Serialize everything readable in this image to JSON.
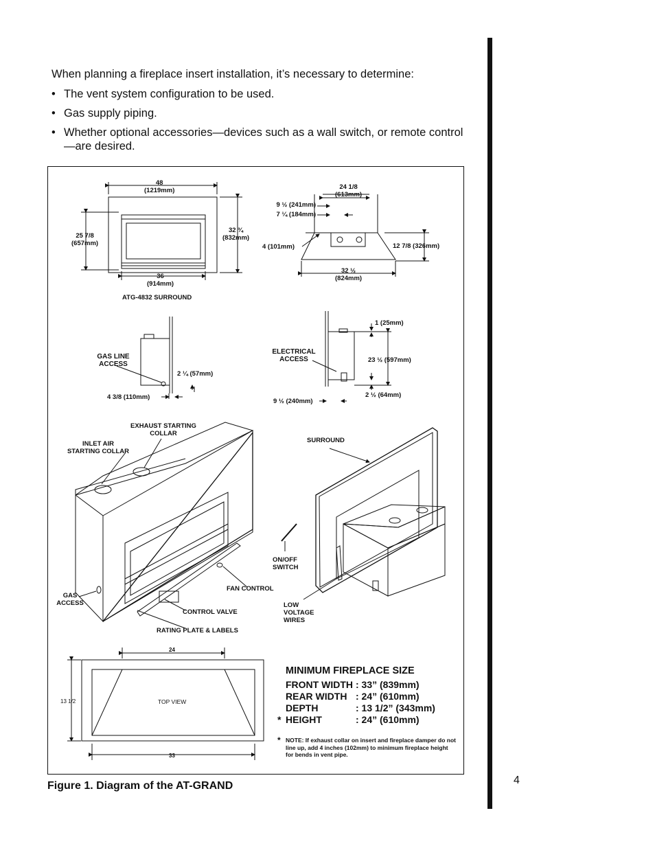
{
  "intro": {
    "lead": "When planning a fireplace insert installation, it’s necessary to determine:",
    "bullets": [
      "The vent system configuration to be used.",
      "Gas supply piping.",
      "Whether optional accessories—devices such as a wall switch, or remote control—are desired."
    ]
  },
  "figure": {
    "caption": "Figure 1.   Diagram of the AT-GRAND",
    "front_view": {
      "width_top": "48",
      "width_top_mm": "(1219mm)",
      "height_left": "25 7/8",
      "height_left_mm": "(657mm)",
      "height_right": "32 ¾",
      "height_right_mm": "(832mm)",
      "width_bottom": "36",
      "width_bottom_mm": "(914mm)",
      "title": "ATG-4832 SURROUND"
    },
    "top_plan": {
      "width_top": "24 1/8",
      "width_top_mm": "(613mm)",
      "dim_a": "9 ½ (241mm)",
      "dim_b": "7 ¼ (184mm)",
      "dim_c": "4 (101mm)",
      "depth": "12 7/8 (326mm)",
      "width_bottom": "32 ½",
      "width_bottom_mm": "(824mm)"
    },
    "side_gas": {
      "label": "GAS LINE ACCESS",
      "dim_height": "2 ¼ (57mm)",
      "dim_offset": "4 3/8 (110mm)"
    },
    "side_electrical": {
      "label": "ELECTRICAL ACCESS",
      "dim_top": "1 (25mm)",
      "dim_height": "23 ½ (597mm)",
      "dim_bottom": "2 ½ (64mm)",
      "dim_offset": "9 ½ (240mm)"
    },
    "insert_view": {
      "exhaust": "EXHAUST STARTING COLLAR",
      "inlet": "INLET AIR STARTING COLLAR",
      "gas": "GAS ACCESS",
      "fan": "FAN CONTROL",
      "valve": "CONTROL VALVE",
      "rating": "RATING PLATE & LABELS"
    },
    "surround_view": {
      "surround": "SURROUND",
      "switch": "ON/OFF SWITCH",
      "wires": "LOW VOLTAGE WIRES"
    },
    "top_view": {
      "rear": "24",
      "depth": "13 1/2",
      "label": "TOP VIEW",
      "front": "33"
    },
    "min_size": {
      "heading": "MINIMUM FIREPLACE SIZE",
      "rows": [
        {
          "k": "FRONT WIDTH",
          "v": ": 33” (839mm)"
        },
        {
          "k": "REAR WIDTH",
          "v": ": 24” (610mm)"
        },
        {
          "k": "DEPTH",
          "v": ": 13 1/2” (343mm)"
        },
        {
          "k": "HEIGHT",
          "v": ": 24” (610mm)"
        }
      ],
      "star": "*",
      "note": "NOTE: If exhaust collar on insert and fireplace damper do not line up, add 4 inches (102mm) to minimum fireplace height for bends in vent pipe."
    }
  },
  "page_number": "4"
}
